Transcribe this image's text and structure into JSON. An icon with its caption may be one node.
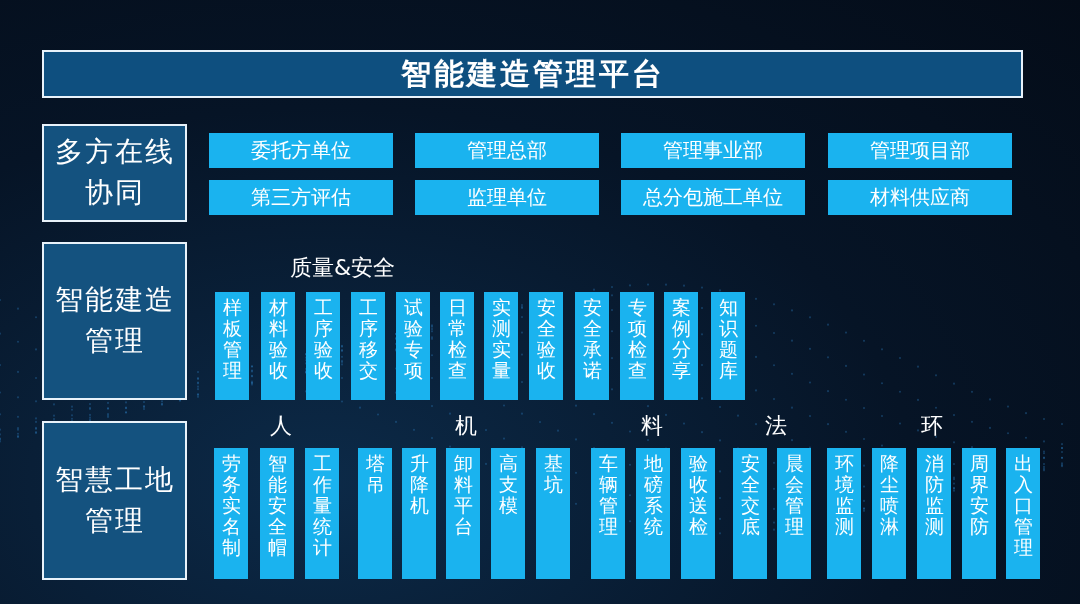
{
  "diagram": {
    "nodes": [
      {
        "text": [
          "智能建造管理平台"
        ]
      },
      {
        "text": [
          "多方在线协同"
        ]
      },
      {
        "text": [
          "委托方单位"
        ]
      },
      {
        "text": [
          "管理总部"
        ]
      },
      {
        "text": [
          "管理事业部"
        ]
      },
      {
        "text": [
          "管理项目部"
        ]
      },
      {
        "text": [
          "第三方评估"
        ]
      },
      {
        "text": [
          "监理单位"
        ]
      },
      {
        "text": [
          "总分包施工单位"
        ]
      },
      {
        "text": [
          "材料供应商"
        ]
      },
      {
        "text": [
          "智能建造管理"
        ]
      },
      {
        "text": [
          "样板管理"
        ]
      },
      {
        "text": [
          "材料验收"
        ]
      },
      {
        "text": [
          "工序验收"
        ]
      },
      {
        "text": [
          "工序移交"
        ]
      },
      {
        "text": [
          "试验专项"
        ]
      },
      {
        "text": [
          "日常检查"
        ]
      },
      {
        "text": [
          "实测实量"
        ]
      },
      {
        "text": [
          "安全验收"
        ]
      },
      {
        "text": [
          "安全承诺"
        ]
      },
      {
        "text": [
          "专项检查"
        ]
      },
      {
        "text": [
          "案例分享"
        ]
      },
      {
        "text": [
          "知识题库"
        ]
      },
      {
        "text": [
          "智慧工地管理"
        ]
      },
      {
        "text": [
          "劳务实名制"
        ]
      },
      {
        "text": [
          "智能安全帽"
        ]
      },
      {
        "text": [
          "工作量统计"
        ]
      },
      {
        "text": [
          "塔吊"
        ]
      },
      {
        "text": [
          "升降机"
        ]
      },
      {
        "text": [
          "卸料平台"
        ]
      },
      {
        "text": [
          "高支模"
        ]
      },
      {
        "text": [
          "基坑"
        ]
      },
      {
        "text": [
          "车辆管理"
        ]
      },
      {
        "text": [
          "地磅系统"
        ]
      },
      {
        "text": [
          "验收送检"
        ]
      },
      {
        "text": [
          "安全交底"
        ]
      },
      {
        "text": [
          "晨会管理"
        ]
      },
      {
        "text": [
          "环境监测"
        ]
      },
      {
        "text": [
          "降尘喷淋"
        ]
      },
      {
        "text": [
          "消防监测"
        ]
      },
      {
        "text": [
          "周界安防"
        ]
      },
      {
        "text": [
          "出入口管理"
        ]
      }
    ],
    "edges": [],
    "labels": [
      "质量&安全",
      "人",
      "机",
      "料",
      "法",
      "环"
    ]
  }
}
